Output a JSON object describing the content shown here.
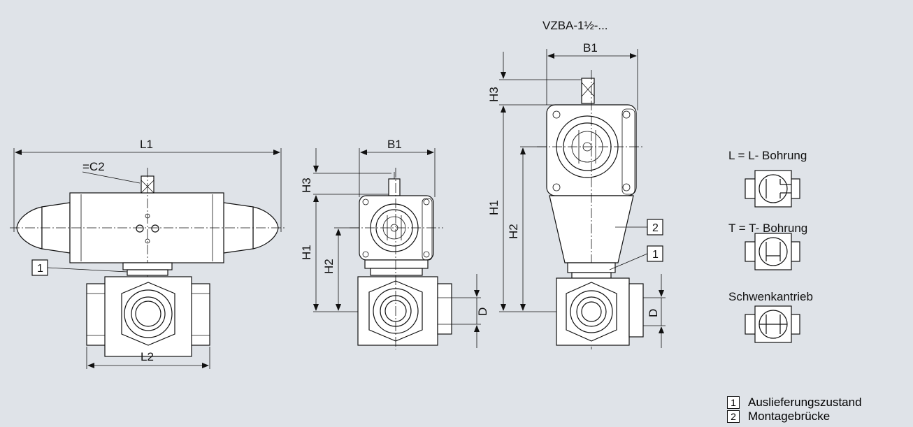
{
  "figure": {
    "variant_title": "VZBA-1½-...",
    "dims": {
      "L1": "L1",
      "L2": "L2",
      "B1": "B1",
      "H1": "H1",
      "H2": "H2",
      "H3": "H3",
      "D": "D",
      "wrench": "=C2"
    },
    "callouts": {
      "c1": "1",
      "c2": "2"
    }
  },
  "bore_types": [
    {
      "label": "L = L- Bohrung"
    },
    {
      "label": "T = T- Bohrung"
    },
    {
      "label": "Schwenkantrieb"
    }
  ],
  "legend": [
    {
      "num": "1",
      "text": "Auslieferungszustand"
    },
    {
      "num": "2",
      "text": "Montagebrücke"
    }
  ],
  "colors": {
    "background": "#dfe3e8",
    "line": "#111111",
    "part_fill": "#ffffff"
  }
}
